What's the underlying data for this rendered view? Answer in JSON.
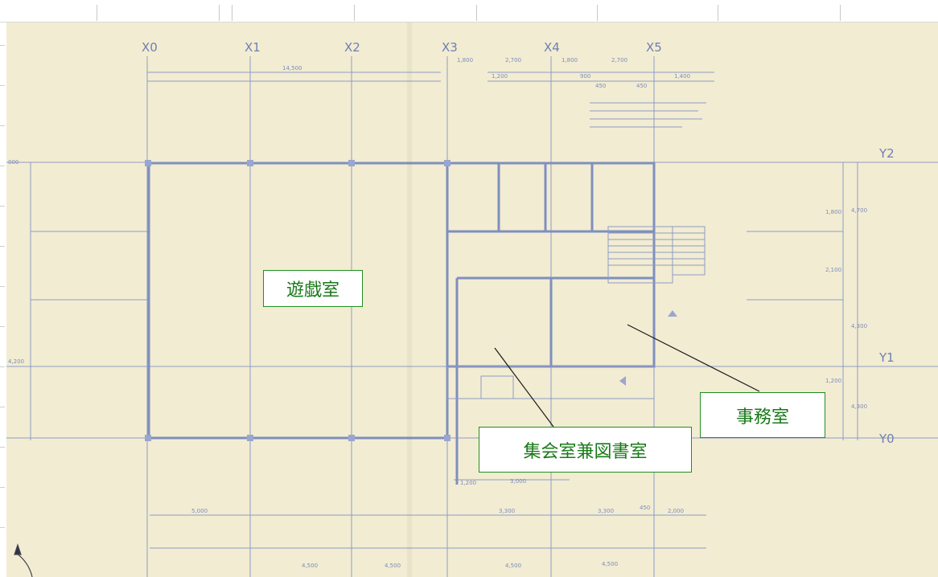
{
  "labels": {
    "yugi": "遊戯室",
    "jimu": "事務室",
    "shukai": "集会室兼図書室"
  },
  "grid": {
    "x0": "X0",
    "x1": "X1",
    "x2": "X2",
    "x3": "X3",
    "x4": "X4",
    "x5": "X5",
    "y0": "Y0",
    "y1": "Y1",
    "y2": "Y2"
  },
  "dimensions": {
    "total_top": "14,500",
    "d_1800a": "1,800",
    "d_2700a": "2,700",
    "d_1800b": "1,800",
    "d_2700b": "2,700",
    "d_1400": "1,400",
    "d_450a": "450",
    "d_450b": "450",
    "d_900": "900",
    "d_1200": "1,200",
    "d_bot_2000": "2,000",
    "d_bot_3300a": "3,300",
    "d_bot_3300b": "3,300",
    "d_bot_5000": "5,000",
    "d_bot_4500a": "4,500",
    "d_bot_4500b": "4,500",
    "d_bot_4500c": "4,500",
    "d_bot_4500d": "4,500",
    "d_bot_450": "450",
    "d_left_4200": "4,200",
    "d_left_000": "000",
    "d_right_4700": "4,700",
    "d_right_4300a": "4,300",
    "d_right_4300b": "4,300",
    "d_right_2100": "2,100",
    "d_right_1800": "1,800",
    "d_right_1200": "1,200",
    "d_c_1200": "1,200",
    "d_c_3000": "3,000"
  },
  "colors": {
    "paper": "#f2ecd2",
    "ink": "#8d9bc7",
    "label_border": "#1f8f1f",
    "label_text": "#1a7a1a"
  }
}
